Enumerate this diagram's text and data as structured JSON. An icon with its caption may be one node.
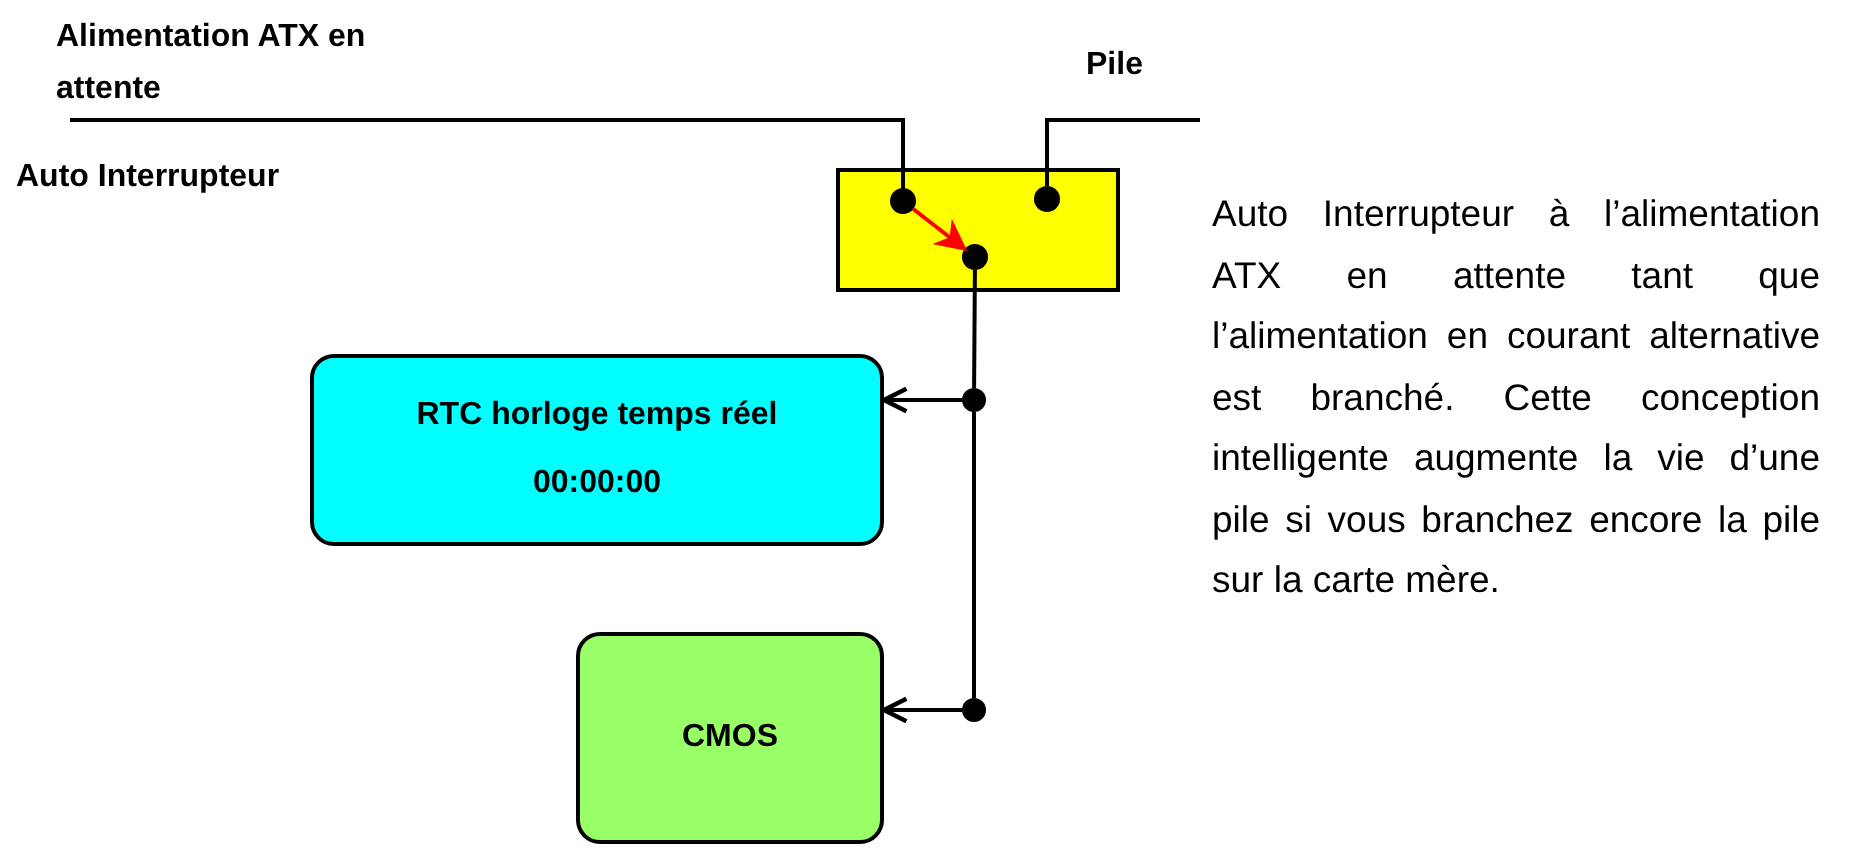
{
  "diagram": {
    "nodes": [
      {
        "text": [
          "Alimentation ATX en attente"
        ]
      },
      {
        "text": [
          "Pile"
        ]
      },
      {
        "text": [],
        "shape": "box"
      },
      {
        "text": [],
        "shape": "circle",
        "in": 2
      },
      {
        "text": [],
        "shape": "circle",
        "in": 2
      },
      {
        "text": [],
        "shape": "circle",
        "in": 2
      },
      {
        "text": [],
        "shape": "circle"
      },
      {
        "text": [],
        "shape": "circle"
      },
      {
        "text": [
          "RTC horloge temps réel",
          "00:00:00"
        ]
      },
      {
        "text": [
          "CMOS"
        ]
      }
    ],
    "edges": [
      {
        "from": 0,
        "to": 3,
        "arrow": "none"
      },
      {
        "from": 1,
        "to": 4,
        "arrow": "none"
      },
      {
        "from": 3,
        "to": 5,
        "arrow": "to",
        "color": "#ff0000"
      },
      {
        "from": 5,
        "to": 6,
        "arrow": "none"
      },
      {
        "from": 6,
        "to": 7,
        "arrow": "none"
      },
      {
        "from": 6,
        "to": 8,
        "arrow": "to"
      },
      {
        "from": 7,
        "to": 9,
        "arrow": "to"
      }
    ],
    "labels": [
      "Auto Interrupteur",
      "Auto Interrupteur à l’alimentation ATX en attente tant que l’alimentation en courant alternative est branché. Cette conception intelligente augmente la vie d’une pile si vous branchez encore la pile sur la carte mère."
    ]
  }
}
